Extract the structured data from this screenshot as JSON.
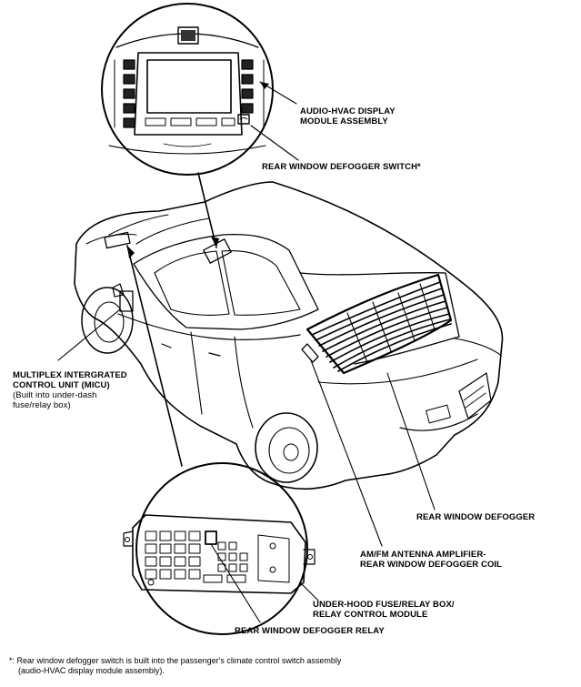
{
  "labels": {
    "audio_hvac_l1": "AUDIO-HVAC DISPLAY",
    "audio_hvac_l2": "MODULE ASSEMBLY",
    "defogger_switch": "REAR WINDOW DEFOGGER SWITCH*",
    "micu_l1": "MULTIPLEX INTERGRATED",
    "micu_l2": "CONTROL UNIT (MICU)",
    "micu_l3": "(Built into under-dash",
    "micu_l4": "fuse/relay box)",
    "rear_defogger": "REAR WINDOW DEFOGGER",
    "antenna_l1": "AM/FM ANTENNA AMPLIFIER-",
    "antenna_l2": "REAR WINDOW DEFOGGER COIL",
    "fusebox_l1": "UNDER-HOOD FUSE/RELAY BOX/",
    "fusebox_l2": "RELAY CONTROL MODULE",
    "defogger_relay": "REAR WINDOW DEFOGGER RELAY"
  },
  "footnote": {
    "line1": "*: Rear window defogger switch is built into the passenger's climate control switch assembly",
    "line2": "(audio-HVAC display module assembly)."
  }
}
